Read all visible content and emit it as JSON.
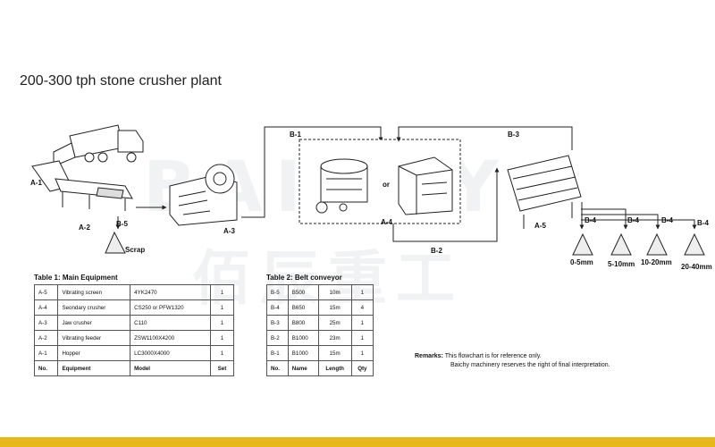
{
  "title": "200-300 tph stone crusher plant",
  "watermark": {
    "brand": "BAICHY",
    "cn": "佰辰重工"
  },
  "labels": {
    "a1": "A-1",
    "a2": "A-2",
    "a3": "A-3",
    "a4": "A-4",
    "a5": "A-5",
    "b1": "B-1",
    "b2": "B-2",
    "b3": "B-3",
    "b5": "B-5",
    "b4": "B-4",
    "or": "or",
    "scrap": "Scrap",
    "p1": "0-5mm",
    "p2": "5-10mm",
    "p3": "10-20mm",
    "p4": "20-40mm"
  },
  "table1": {
    "caption": "Table 1: Main Equipment",
    "rows": [
      [
        "A-5",
        "Vibrating screen",
        "4YK2470",
        "1"
      ],
      [
        "A-4",
        "Seondary crusher",
        "CS250 or PFW1320",
        "1"
      ],
      [
        "A-3",
        "Jaw crusher",
        "C110",
        "1"
      ],
      [
        "A-2",
        "Vibrating feeder",
        "ZSW1100X4200",
        "1"
      ],
      [
        "A-1",
        "Hopper",
        "LC3000X4000",
        "1"
      ]
    ],
    "header": [
      "No.",
      "Equipment",
      "Model",
      "Set"
    ]
  },
  "table2": {
    "caption": "Table 2: Belt conveyor",
    "rows": [
      [
        "B-5",
        "B500",
        "10m",
        "1"
      ],
      [
        "B-4",
        "B650",
        "15m",
        "4"
      ],
      [
        "B-3",
        "B800",
        "25m",
        "1"
      ],
      [
        "B-2",
        "B1000",
        "23m",
        "1"
      ],
      [
        "B-1",
        "B1000",
        "15m",
        "1"
      ]
    ],
    "header": [
      "No.",
      "Name",
      "Length",
      "Qty"
    ]
  },
  "remarks": {
    "label": "Remarks:",
    "line1": "This flowchart is for reference only.",
    "line2": "Baichy machinery reserves the right of final interpretation."
  },
  "colors": {
    "footer": "#e8b71a",
    "line": "#222222",
    "watermark": "#c7cdd6"
  }
}
